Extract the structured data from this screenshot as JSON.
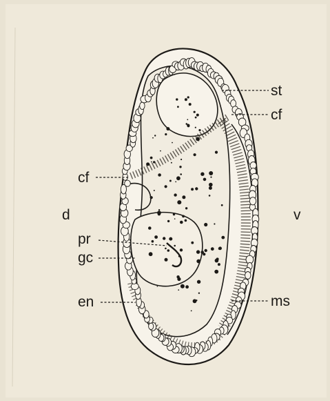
{
  "figure": {
    "labels": {
      "st": "st",
      "cf_upper": "cf",
      "cf_left": "cf",
      "d": "d",
      "v": "v",
      "pr": "pr",
      "gc": "gc",
      "en": "en",
      "ms": "ms"
    },
    "colors": {
      "paper": "#efe9da",
      "background": "#e9e3d3",
      "ink": "#1c1a17",
      "cell_fill": "#f7f3ea"
    }
  }
}
